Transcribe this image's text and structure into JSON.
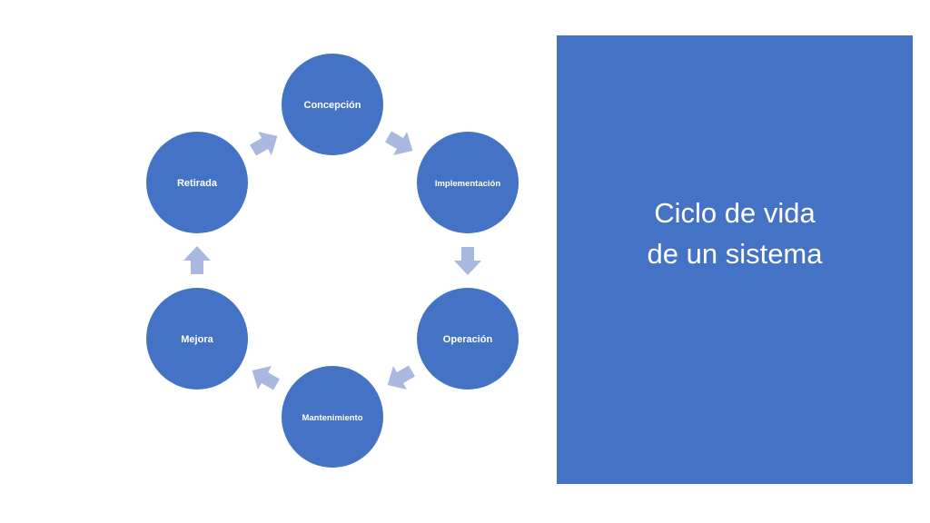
{
  "diagram": {
    "stages": [
      {
        "label": "Concepción"
      },
      {
        "label": "Implementación"
      },
      {
        "label": "Operación"
      },
      {
        "label": "Mantenimiento"
      },
      {
        "label": "Mejora"
      },
      {
        "label": "Retirada"
      }
    ],
    "node_color": "#4472c4",
    "arrow_color": "#a9b8de"
  },
  "title_panel": {
    "lines": [
      "Ciclo de vida",
      "de un sistema"
    ],
    "background": "#4472c4"
  }
}
